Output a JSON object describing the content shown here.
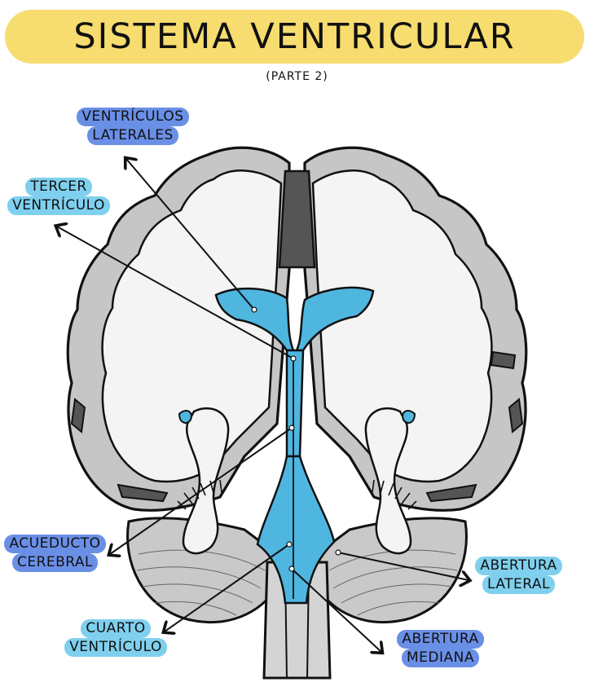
{
  "title": "SISTEMA VENTRICULAR",
  "subtitle": "(PARTE 2)",
  "colors": {
    "title_band": "#f7dc6f",
    "ventricle_fill": "#4fb6e0",
    "cortex_gray": "#c4c4c4",
    "white_matter": "#f5f5f5",
    "label_dark_blue": "#6a8fe6",
    "label_light_blue": "#7fd0ee"
  },
  "labels": {
    "ventriculos_laterales": {
      "line1": "VENTRÍCULOS",
      "line2": "LATERALES"
    },
    "tercer_ventriculo": {
      "line1": "TERCER",
      "line2": "VENTRÍCULO"
    },
    "acueducto_cerebral": {
      "line1": "ACUEDUCTO",
      "line2": "CEREBRAL"
    },
    "cuarto_ventriculo": {
      "line1": "CUARTO",
      "line2": "VENTRÍCULO"
    },
    "abertura_lateral": {
      "line1": "ABERTURA",
      "line2": "LATERAL"
    },
    "abertura_mediana": {
      "line1": "ABERTURA",
      "line2": "MEDIANA"
    }
  }
}
